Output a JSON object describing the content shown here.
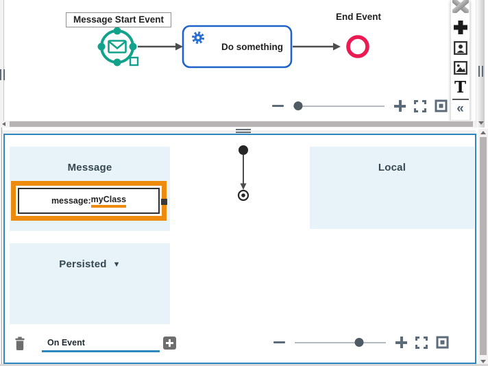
{
  "diagram": {
    "start_event_label": "Message Start Event",
    "task_label": "Do something",
    "end_event_label": "End Event"
  },
  "palette": {
    "text_tool_glyph": "T",
    "collapse_glyph": "«"
  },
  "zoom_top": {
    "level_pct": 5
  },
  "zoom_bottom": {
    "level_pct": 71
  },
  "variables_panel": {
    "message_header": "Message",
    "local_header": "Local",
    "persisted_header": "Persisted",
    "persisted_caret": "▼",
    "selected_variable": {
      "prefix": "message: ",
      "name": "myClass"
    },
    "on_event_value": "On Event"
  },
  "colors": {
    "selection_orange": "#ee8a0c",
    "panel_border_blue": "#2e86bf",
    "start_event_teal": "#12a28b",
    "end_event_red": "#ec1a52",
    "task_blue": "#1f63c9",
    "section_fill": "#e7f2f9",
    "control_slate": "#5c6b7a"
  }
}
